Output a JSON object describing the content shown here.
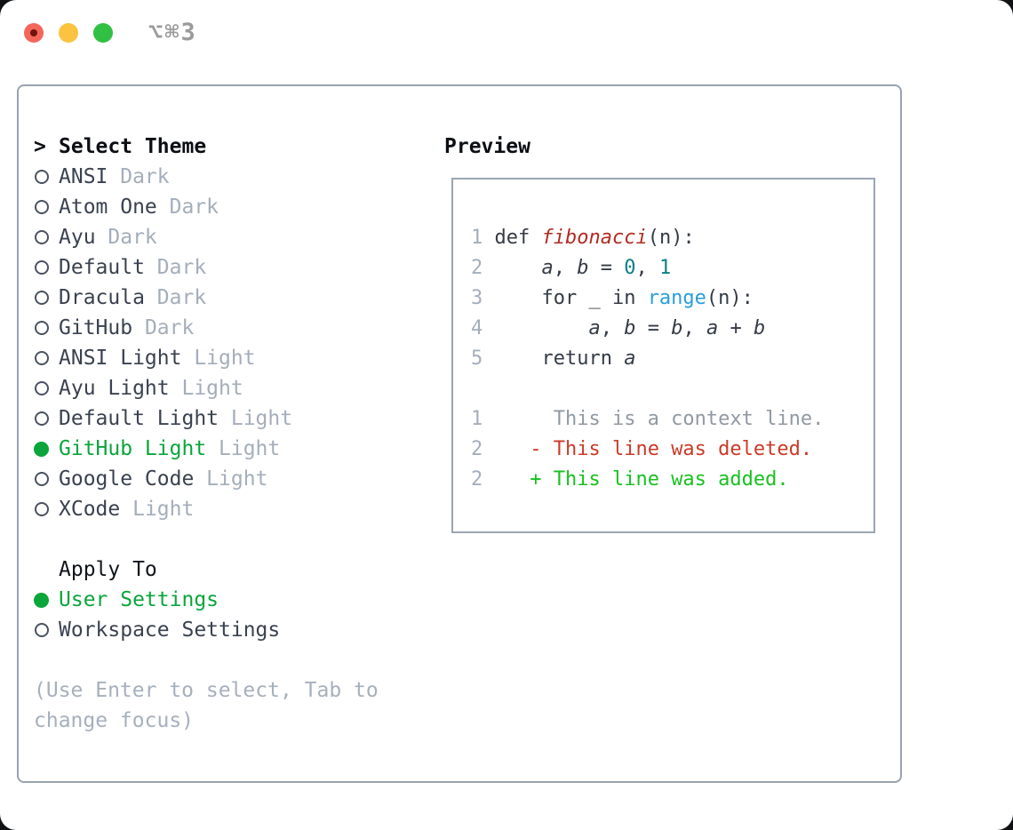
{
  "titlebar": {
    "shortcut": "⌥⌘3"
  },
  "colors": {
    "selection_green": "#0aa53b",
    "diff_added_green": "#19c120",
    "diff_deleted_red": "#cb3a28",
    "function_red": "#b12b20",
    "number_teal": "#0d7e85",
    "builtin_blue": "#2a9edb",
    "muted_gray": "#a4aebb",
    "border_gray": "#98a3af",
    "traffic_red": "#f4655b",
    "traffic_yellow": "#fbc33f",
    "traffic_green": "#32c044"
  },
  "theme_selector": {
    "prompt": ">",
    "title": "Select Theme",
    "items": [
      {
        "name": "ANSI",
        "tag": "Dark",
        "selected": false
      },
      {
        "name": "Atom One",
        "tag": "Dark",
        "selected": false
      },
      {
        "name": "Ayu",
        "tag": "Dark",
        "selected": false
      },
      {
        "name": "Default",
        "tag": "Dark",
        "selected": false
      },
      {
        "name": "Dracula",
        "tag": "Dark",
        "selected": false
      },
      {
        "name": "GitHub",
        "tag": "Dark",
        "selected": false
      },
      {
        "name": "ANSI Light",
        "tag": "Light",
        "selected": false
      },
      {
        "name": "Ayu Light",
        "tag": "Light",
        "selected": false
      },
      {
        "name": "Default Light",
        "tag": "Light",
        "selected": false
      },
      {
        "name": "GitHub Light",
        "tag": "Light",
        "selected": true
      },
      {
        "name": "Google Code",
        "tag": "Light",
        "selected": false
      },
      {
        "name": "XCode",
        "tag": "Light",
        "selected": false
      }
    ]
  },
  "apply_to": {
    "title": "Apply To",
    "options": [
      {
        "label": "User Settings",
        "selected": true
      },
      {
        "label": "Workspace Settings",
        "selected": false
      }
    ]
  },
  "hint_lines": [
    "(Use Enter to select, Tab to",
    "change focus)"
  ],
  "preview": {
    "title": "Preview",
    "lines": [
      {
        "tokens": [
          {
            "t": "1 ",
            "s": "num"
          },
          {
            "t": "def ",
            "s": "code"
          },
          {
            "t": "fibonacci",
            "s": "func"
          },
          {
            "t": "(n):",
            "s": "code"
          }
        ]
      },
      {
        "tokens": [
          {
            "t": "2 ",
            "s": "num"
          },
          {
            "t": "    ",
            "s": "code"
          },
          {
            "t": "a",
            "s": "var"
          },
          {
            "t": ", ",
            "s": "code"
          },
          {
            "t": "b",
            "s": "var"
          },
          {
            "t": " = ",
            "s": "code"
          },
          {
            "t": "0",
            "s": "numlit"
          },
          {
            "t": ", ",
            "s": "code"
          },
          {
            "t": "1",
            "s": "numlit"
          }
        ]
      },
      {
        "tokens": [
          {
            "t": "3 ",
            "s": "num"
          },
          {
            "t": "    for _ in ",
            "s": "code"
          },
          {
            "t": "range",
            "s": "builtin"
          },
          {
            "t": "(n):",
            "s": "code"
          }
        ]
      },
      {
        "tokens": [
          {
            "t": "4 ",
            "s": "num"
          },
          {
            "t": "        ",
            "s": "code"
          },
          {
            "t": "a",
            "s": "var"
          },
          {
            "t": ", ",
            "s": "code"
          },
          {
            "t": "b",
            "s": "var"
          },
          {
            "t": " = ",
            "s": "code"
          },
          {
            "t": "b",
            "s": "var"
          },
          {
            "t": ", ",
            "s": "code"
          },
          {
            "t": "a",
            "s": "var"
          },
          {
            "t": " + ",
            "s": "code"
          },
          {
            "t": "b",
            "s": "var"
          }
        ]
      },
      {
        "tokens": [
          {
            "t": "5 ",
            "s": "num"
          },
          {
            "t": "    return ",
            "s": "code"
          },
          {
            "t": "a",
            "s": "var"
          }
        ]
      },
      {
        "tokens": []
      },
      {
        "tokens": [
          {
            "t": "1 ",
            "s": "num"
          },
          {
            "t": "     This is a context line.",
            "s": "ctx"
          }
        ]
      },
      {
        "tokens": [
          {
            "t": "2 ",
            "s": "num"
          },
          {
            "t": "   ",
            "s": "code"
          },
          {
            "t": "- This line was deleted.",
            "s": "del"
          }
        ]
      },
      {
        "tokens": [
          {
            "t": "2 ",
            "s": "num"
          },
          {
            "t": "   ",
            "s": "code"
          },
          {
            "t": "+ This line was added.",
            "s": "add"
          }
        ]
      }
    ]
  }
}
